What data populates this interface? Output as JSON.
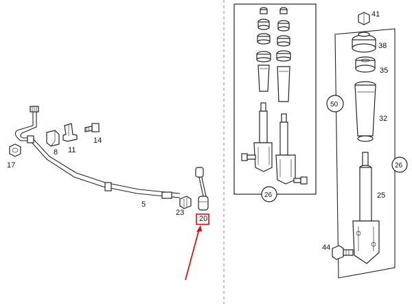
{
  "callouts": {
    "c17": "17",
    "c8": "8",
    "c11": "11",
    "c14": "14",
    "c5": "5",
    "c23": "23",
    "c20": "20",
    "c26_left": "26",
    "c41": "41",
    "c38": "38",
    "c35": "35",
    "c50": "50",
    "c32": "32",
    "c26_right": "26",
    "c25": "25",
    "c44": "44"
  },
  "colors": {
    "highlight": "#e01010",
    "divider": "#e06666"
  }
}
